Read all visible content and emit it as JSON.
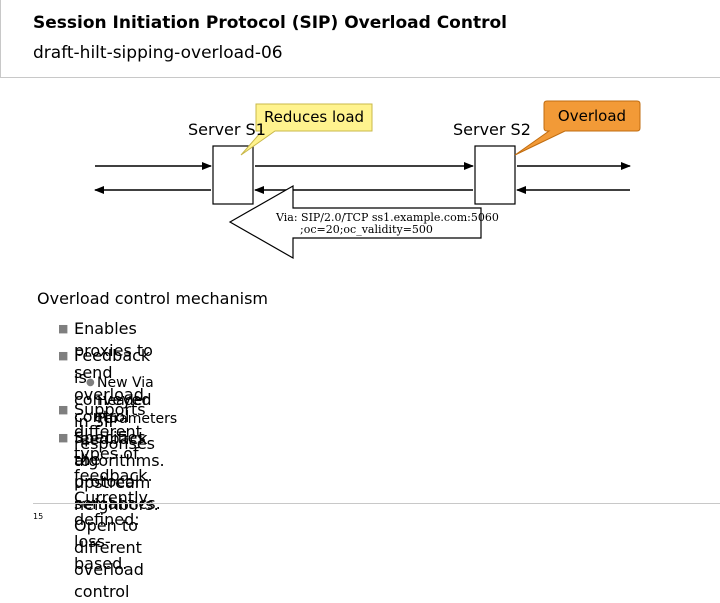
{
  "header": {
    "title": "Session Initiation Protocol (SIP) Overload Control",
    "subtitle": "draft-hilt-sipping-overload-06"
  },
  "diagram": {
    "server1_label": "Server S1",
    "server2_label": "Server S2",
    "callout_s1": "Reduces load",
    "callout_s2": "Overload",
    "via_line1": "Via: SIP/2.0/TCP ss1.example.com:5060",
    "via_line2": ";oc=20;oc_validity=500",
    "colors": {
      "callout_s1": "#fff38e",
      "callout_s2": "#f29a37"
    }
  },
  "content": {
    "section_heading": "Overload control mechanism",
    "bullets": [
      "Enables proxies to send overload control feedback to upstream neighbors.",
      "Feedback is conveyed in SIP responses",
      "Supports different types of feedback. Currently defined: loss-based.",
      "Specifies the protocol semantics. Open to different overload control",
      "algorithms."
    ],
    "sub_bullets": [
      "New Via Header Parameters"
    ]
  },
  "footer": {
    "page_number": "15"
  }
}
